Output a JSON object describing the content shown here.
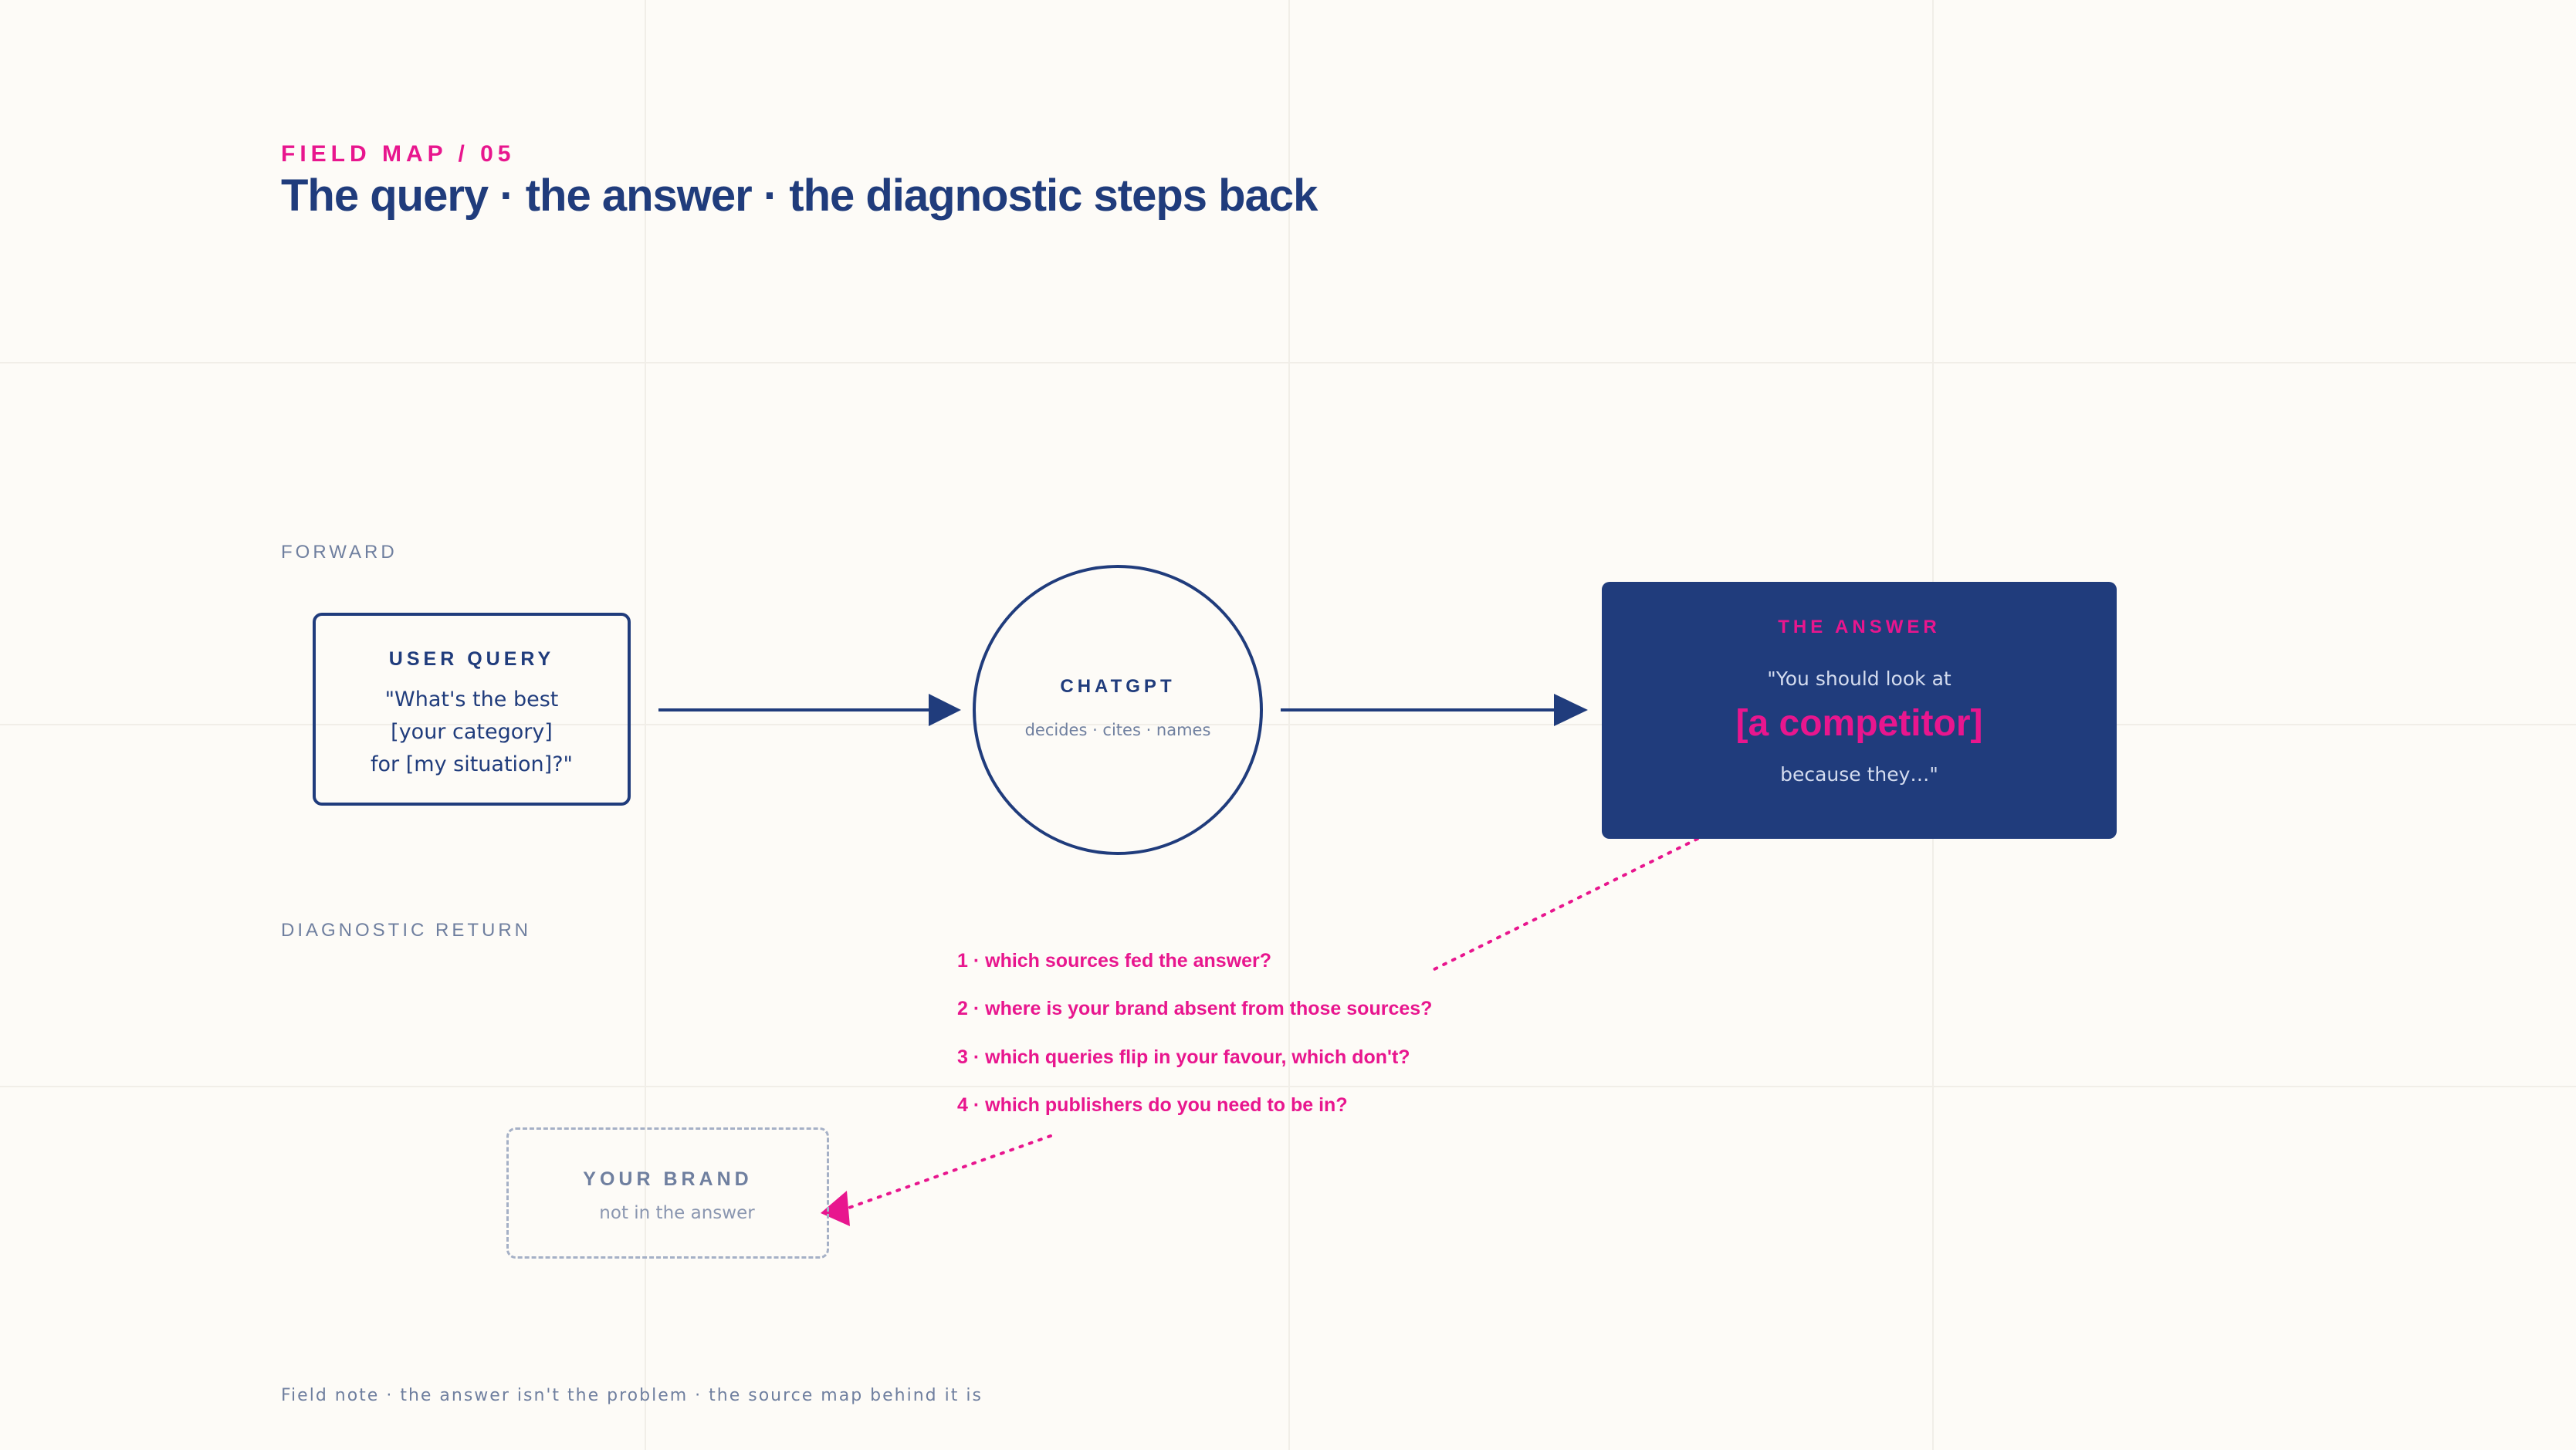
{
  "header": {
    "eyebrow": "FIELD MAP / 05",
    "title": "The query · the answer · the diagnostic steps back"
  },
  "sections": {
    "forward": "FORWARD",
    "diagnostic_return": "DIAGNOSTIC RETURN"
  },
  "query_box": {
    "heading": "USER QUERY",
    "lines": [
      "\"What's the best",
      "[your category]",
      "for [my situation]?\""
    ]
  },
  "engine": {
    "heading": "CHATGPT",
    "subtitle": "decides · cites · names"
  },
  "answer_box": {
    "heading": "THE ANSWER",
    "lead": "\"You should look at",
    "competitor": "[a competitor]",
    "tail": "because they…\""
  },
  "questions": [
    "1 · which sources fed the answer?",
    "2 · where is your brand absent from those sources?",
    "3 · which queries flip in your favour, which don't?",
    "4 · which publishers do you need to be in?"
  ],
  "brand_box": {
    "heading": "YOUR BRAND",
    "subtitle": "not in the answer"
  },
  "footnote": "Field note · the answer isn't the problem · the source map behind it is",
  "colors": {
    "navy": "#203c7c",
    "magenta": "#e8168e",
    "background": "#fdfbf7",
    "muted": "#6f7f9f"
  }
}
